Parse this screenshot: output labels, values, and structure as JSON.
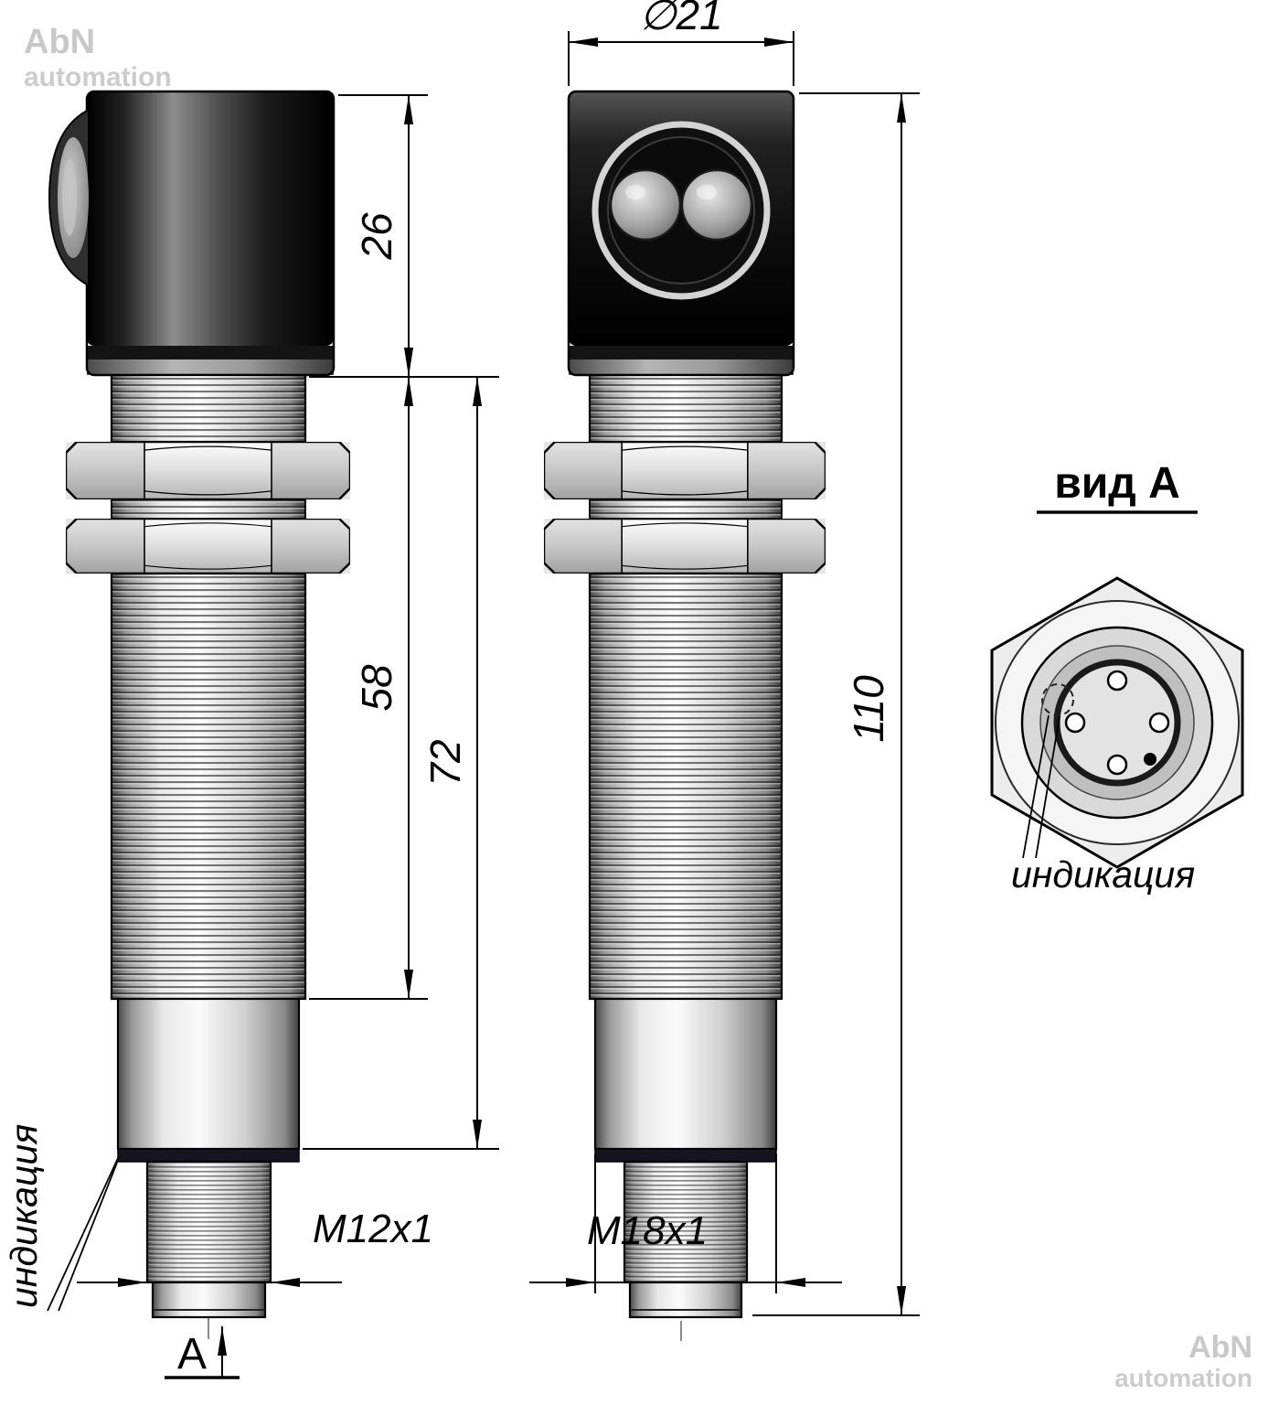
{
  "side_view": {
    "dim_head_height": "26",
    "dim_thread_length": "58",
    "dim_body_length": "72",
    "connector_thread_label": "M12x1",
    "indication_label": "индикация",
    "section_arrow_label": "А"
  },
  "front_view": {
    "dim_diameter": "∅21",
    "dim_overall_length": "110",
    "body_thread_label": "M18x1"
  },
  "view_a": {
    "title": "вид А",
    "indication_label": "индикация"
  },
  "watermark": {
    "brand": "AbN",
    "subtitle": "automation"
  },
  "colors": {
    "line": "#000000",
    "metal_light": "#ececec",
    "metal_mid": "#bfbfbf",
    "head_dark": "#101010",
    "background": "#ffffff"
  }
}
